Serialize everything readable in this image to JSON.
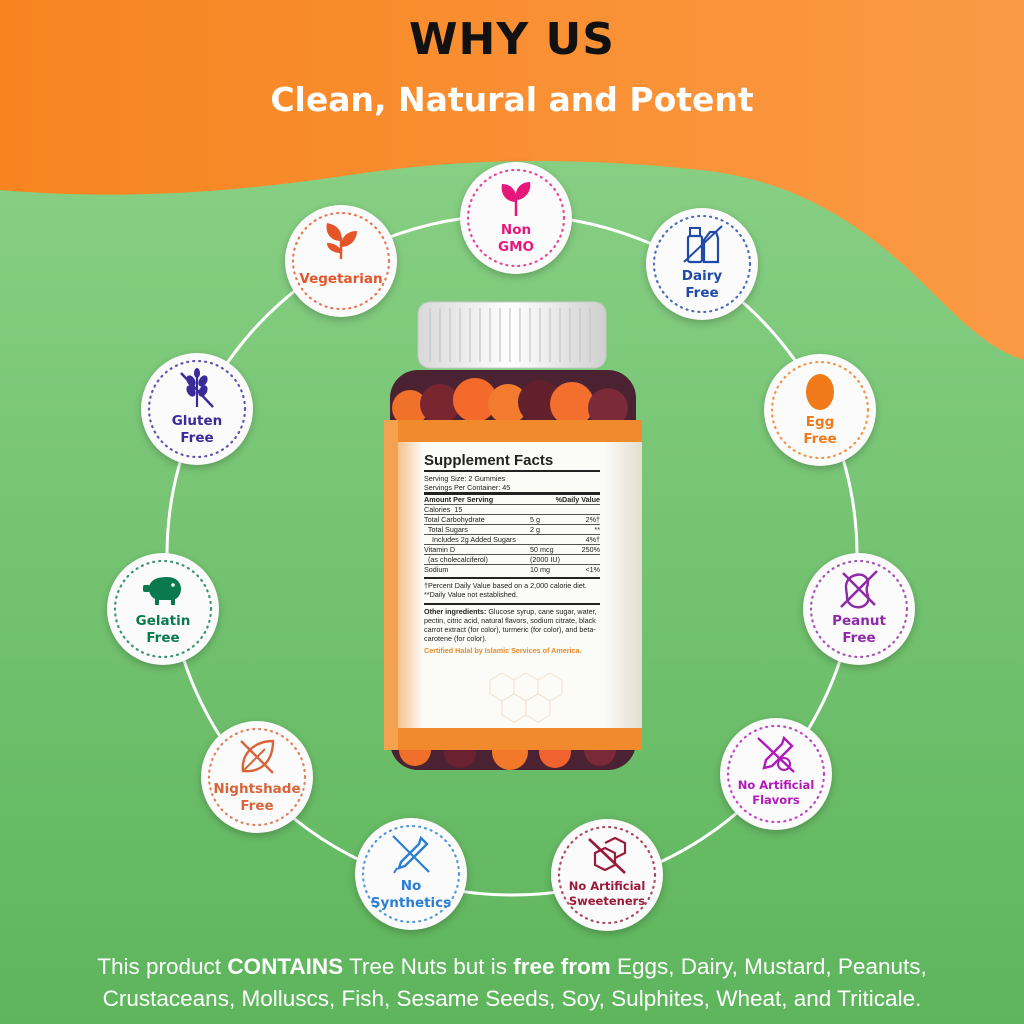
{
  "header": {
    "title": "WHY US",
    "subtitle": "Clean, Natural and Potent"
  },
  "colors": {
    "orange": "#f88a2a",
    "green": "#6cc36a",
    "pink": "#e6197a",
    "blue": "#1f4aa8",
    "orange_label": "#f07a1a",
    "purple": "#8e2aa6",
    "teal": "#0a7a4e",
    "rust": "#d8643a",
    "light_blue": "#2a7fd4",
    "maroon": "#9b1a3a"
  },
  "badges": [
    {
      "key": "non-gmo",
      "line1": "Non",
      "line2": "GMO",
      "icon": "leaf-sprout-icon",
      "color": "#e6197a"
    },
    {
      "key": "dairy-free",
      "line1": "Dairy",
      "line2": "Free",
      "icon": "milk-bottle-icon",
      "color": "#1f4aa8"
    },
    {
      "key": "egg-free",
      "line1": "Egg",
      "line2": "Free",
      "icon": "egg-icon",
      "color": "#f07a1a"
    },
    {
      "key": "peanut-free",
      "line1": "Peanut",
      "line2": "Free",
      "icon": "peanut-crossed-icon",
      "color": "#8e2aa6"
    },
    {
      "key": "no-artificial-flavors",
      "line1": "No Artificial",
      "line2": "Flavors",
      "icon": "dropper-crossed-icon",
      "color": "#b01ab8"
    },
    {
      "key": "no-artificial-sweeteners",
      "line1": "No Artificial",
      "line2": "Sweeteners",
      "icon": "sugar-cubes-crossed-icon",
      "color": "#9b1a3a"
    },
    {
      "key": "no-synthetics",
      "line1": "No",
      "line2": "Synthetics",
      "icon": "pipette-crossed-icon",
      "color": "#2a7fd4"
    },
    {
      "key": "nightshade-free",
      "line1": "Nightshade",
      "line2": "Free",
      "icon": "leaf-crossed-icon",
      "color": "#d8643a"
    },
    {
      "key": "gelatin-free",
      "line1": "Gelatin",
      "line2": "Free",
      "icon": "pig-icon",
      "color": "#0a7a4e"
    },
    {
      "key": "gluten-free",
      "line1": "Gluten",
      "line2": "Free",
      "icon": "wheat-crossed-icon",
      "color": "#3b2a9a"
    },
    {
      "key": "vegetarian",
      "line1": "Vegetarian",
      "line2": "",
      "icon": "leaves-icon",
      "color": "#e4562a"
    }
  ],
  "supplement_facts": {
    "title": "Supplement Facts",
    "serving_size": "Serving Size: 2 Gummies",
    "servings_per_container": "Servings Per Container: 45",
    "amount_header": "Amount Per Serving",
    "dv_header": "%Daily Value",
    "rows": [
      {
        "name": "Calories  15",
        "amount": "",
        "dv": ""
      },
      {
        "name": "Total Carbohydrate",
        "amount": "5 g",
        "dv": "2%†"
      },
      {
        "name": "  Total Sugars",
        "amount": "2 g",
        "dv": "**"
      },
      {
        "name": "    Includes 2g Added Sugars",
        "amount": "",
        "dv": "4%†"
      },
      {
        "name": "Vitamin D",
        "amount": "50 mcg",
        "dv": "250%"
      },
      {
        "name": "  (as cholecalciferol)",
        "amount": "(2000 IU)",
        "dv": ""
      },
      {
        "name": "Sodium",
        "amount": "10 mg",
        "dv": "<1%"
      }
    ],
    "note1": "†Percent Daily Value based on a 2,000 calorie diet.",
    "note2": "**Daily Value not established.",
    "ingredients_label": "Other ingredients:",
    "ingredients": "Glucose syrup, cane sugar, water, pectin, citric acid, natural flavors, sodium citrate, black carrot extract (for color), turmeric (for color), and beta-carotene (for color).",
    "certified": "Certified Halal by Islamic Services of America."
  },
  "bottom": {
    "l1_a": "This product ",
    "l1_b": "CONTAINS",
    "l1_c": " Tree Nuts but is ",
    "l1_d": "free from",
    "l1_e": " Eggs, Dairy, Mustard, Peanuts,",
    "line2": "Crustaceans, Molluscs, Fish, Sesame Seeds, Soy, Sulphites, Wheat, and Triticale."
  }
}
